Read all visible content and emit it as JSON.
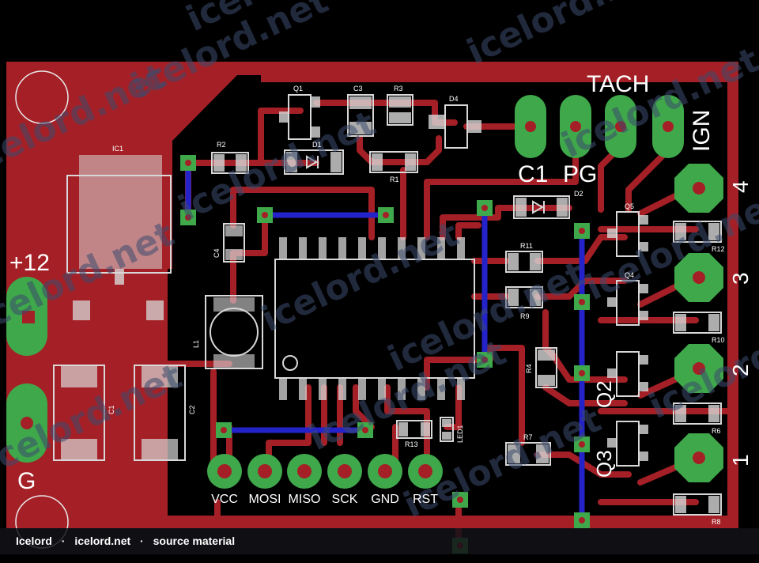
{
  "watermark": "icelord.net",
  "credit": {
    "author": "Icelord",
    "site": "icelord.net",
    "note": "source material",
    "sep": "·"
  },
  "board_labels": {
    "plus12": "+12",
    "ground": "G",
    "tach": "TACH",
    "c1": "C1",
    "pg": "PG",
    "ign": "IGN",
    "out4": "4",
    "out3": "3",
    "out2": "2",
    "out1": "1",
    "q2": "Q2",
    "q3": "Q3"
  },
  "header_pins": [
    "VCC",
    "MOSI",
    "MISO",
    "SCK",
    "GND",
    "RST"
  ],
  "designators": {
    "ic1": "IC1",
    "q1": "Q1",
    "c3": "C3",
    "r3": "R3",
    "d4": "D4",
    "d1": "D1",
    "r2": "R2",
    "r1": "R1",
    "c4": "C4",
    "l1": "L1",
    "c1cap": "C1",
    "c2": "C2",
    "d2": "D2",
    "q5": "Q5",
    "r12": "R12",
    "r11": "R11",
    "q4": "Q4",
    "r9": "R9",
    "r10": "R10",
    "r4": "R4",
    "r6": "R6",
    "r7": "R7",
    "r13": "R13",
    "led1": "LED1",
    "r8": "R8"
  },
  "colors": {
    "background": "#000000",
    "copper": "#a42026",
    "pad": "#3fa84a",
    "bottom_trace": "#2323c9",
    "silkscreen": "#d8d8d8",
    "watermark": "#3d4b6e"
  }
}
